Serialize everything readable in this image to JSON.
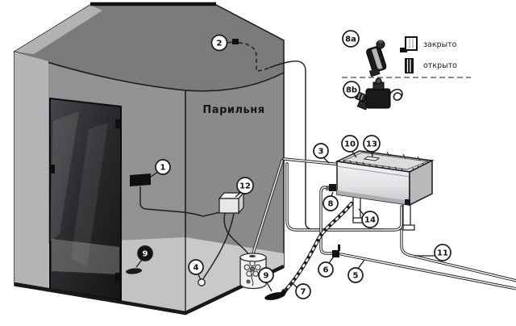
{
  "room": {
    "label": "Парильня"
  },
  "legend": {
    "manual_valve_id": "8a",
    "solenoid_valve_id": "8b",
    "closed_label": "закрыто",
    "open_label": "открыто"
  },
  "callouts": {
    "c1": "1",
    "c2": "2",
    "c3": "3",
    "c4": "4",
    "c5": "5",
    "c6": "6",
    "c7": "7",
    "c8": "8",
    "c9_inside": "9",
    "c9_outside": "9",
    "c10": "10",
    "c11": "11",
    "c12": "12",
    "c13": "13",
    "c14": "14"
  },
  "colors": {
    "background": "#ffffff",
    "roof": "#7b7b7e",
    "wall_right": "#8a8a8d",
    "wall_left": "#929295",
    "wall_light_strip": "#b4b4b6",
    "skirt": "#c6c6c8",
    "door": "#2b2b2d",
    "line": "#1b1b1d",
    "metal_light": "#f2f2f4",
    "metal_dark": "#c8c8cb"
  }
}
